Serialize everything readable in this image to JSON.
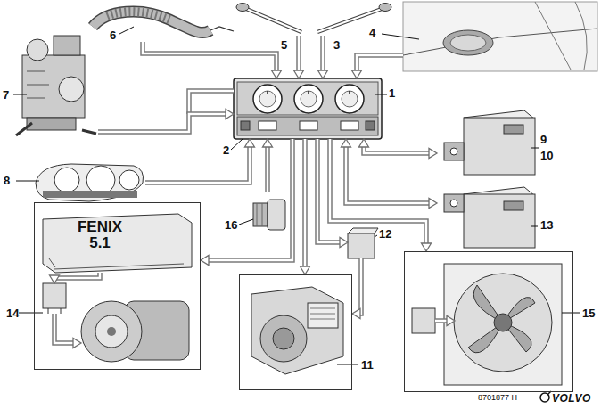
{
  "diagram": {
    "nodes": [
      {
        "text": [
          "1",
          "2"
        ]
      },
      {
        "text": [
          "6"
        ]
      },
      {
        "text": [
          "5"
        ]
      },
      {
        "text": [
          "3"
        ]
      },
      {
        "text": [
          "4"
        ]
      },
      {
        "text": [
          "7"
        ]
      },
      {
        "text": [
          "8"
        ]
      },
      {
        "text": [
          "9",
          "10"
        ]
      },
      {
        "text": [
          "13"
        ]
      },
      {
        "text": [
          "14"
        ]
      },
      {
        "text": [
          "FENIX 5.1"
        ],
        "in": 9
      },
      {
        "text": [
          "16"
        ]
      },
      {
        "text": [
          "12"
        ]
      },
      {
        "text": [
          "11"
        ]
      },
      {
        "text": [
          "15"
        ]
      }
    ],
    "edges": [
      {
        "from": 1,
        "to": 0,
        "arrow": "to"
      },
      {
        "from": 2,
        "to": 0,
        "arrow": "to"
      },
      {
        "from": 3,
        "to": 0,
        "arrow": "to"
      },
      {
        "from": 4,
        "to": 0,
        "arrow": "to"
      },
      {
        "from": 5,
        "to": 0,
        "arrow": "to"
      },
      {
        "from": 6,
        "to": 0,
        "arrow": "to"
      },
      {
        "from": 11,
        "to": 0,
        "arrow": "to"
      },
      {
        "from": 0,
        "to": 9,
        "arrow": "to"
      },
      {
        "from": 0,
        "to": 13,
        "arrow": "to"
      },
      {
        "from": 0,
        "to": 12,
        "arrow": "to"
      },
      {
        "from": 12,
        "to": 13,
        "arrow": "to"
      },
      {
        "from": 0,
        "to": 14,
        "arrow": "to"
      },
      {
        "from": 0,
        "to": 8,
        "arrow": "both"
      },
      {
        "from": 0,
        "to": 7,
        "arrow": "both"
      }
    ],
    "labels": [
      "8701877 H",
      "VOLVO"
    ]
  }
}
